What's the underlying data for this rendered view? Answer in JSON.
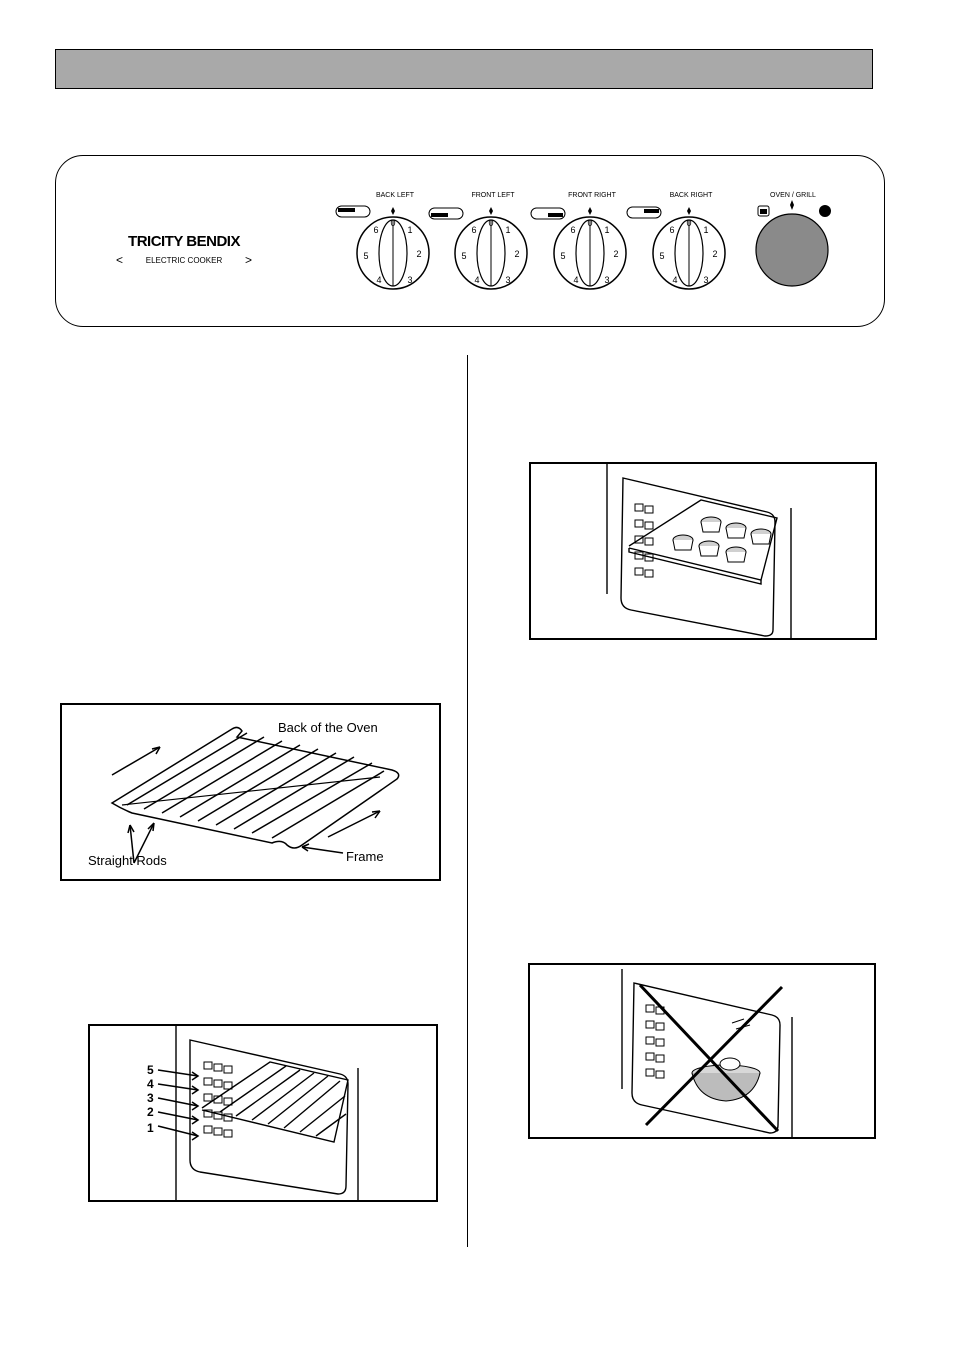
{
  "control_panel": {
    "brand": "TRICITY BENDIX",
    "subtitle": "ELECTRIC COOKER",
    "knobs": [
      {
        "label": "BACK LEFT"
      },
      {
        "label": "FRONT LEFT"
      },
      {
        "label": "FRONT RIGHT"
      },
      {
        "label": "BACK RIGHT"
      }
    ],
    "knob_numbers": [
      "0",
      "1",
      "2",
      "3",
      "4",
      "5",
      "6"
    ],
    "oven_grill_label": "OVEN / GRILL",
    "oven_grill_color": "#8a8a8a"
  },
  "figures": {
    "shelf": {
      "back_label": "Back of the Oven",
      "rods_label": "Straight Rods",
      "frame_label": "Frame"
    },
    "runners": {
      "positions": [
        "5",
        "4",
        "3",
        "2",
        "1"
      ]
    }
  },
  "colors": {
    "header_bar": "#a9a9a9"
  }
}
